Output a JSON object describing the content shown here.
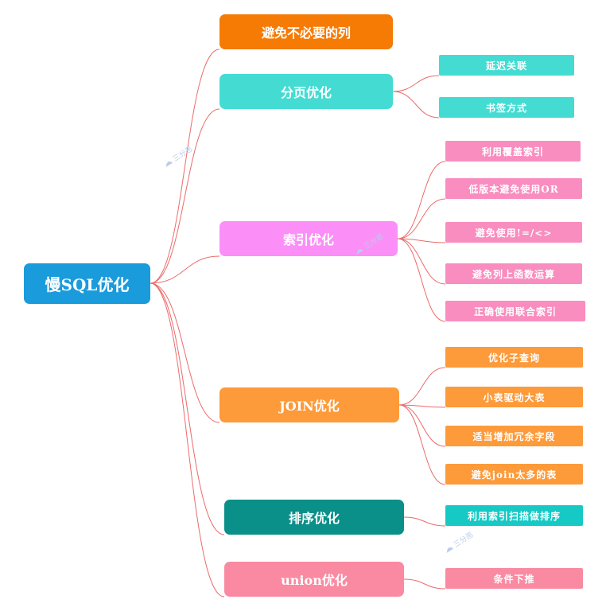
{
  "root": {
    "label": "慢SQL优化",
    "color": "#1a9bdc"
  },
  "branches": [
    {
      "label": "避免不必要的列",
      "color": "#f57b05",
      "children": []
    },
    {
      "label": "分页优化",
      "color": "#44dcd2",
      "children": [
        {
          "label": "延迟关联",
          "color": "#44dcd2"
        },
        {
          "label": "书签方式",
          "color": "#44dcd2"
        }
      ]
    },
    {
      "label": "索引优化",
      "color": "#fb8ff7",
      "children": [
        {
          "label": "利用覆盖索引",
          "color": "#f98dbf"
        },
        {
          "label": "低版本避免使用OR",
          "color": "#f98dbf"
        },
        {
          "label": "避免使用!=/<>",
          "color": "#f98dbf"
        },
        {
          "label": "避免列上函数运算",
          "color": "#f98dbf"
        },
        {
          "label": "正确使用联合索引",
          "color": "#f98dbf"
        }
      ]
    },
    {
      "label": "JOIN优化",
      "color": "#fd9a3a",
      "children": [
        {
          "label": "优化子查询",
          "color": "#fd9a3a"
        },
        {
          "label": "小表驱动大表",
          "color": "#fd9a3a"
        },
        {
          "label": "适当增加冗余字段",
          "color": "#fd9a3a"
        },
        {
          "label": "避免join太多的表",
          "color": "#fd9a3a"
        }
      ]
    },
    {
      "label": "排序优化",
      "color": "#0a8f89",
      "children": [
        {
          "label": "利用索引扫描做排序",
          "color": "#16c9c5"
        }
      ]
    },
    {
      "label": "union优化",
      "color": "#fa8aa2",
      "children": [
        {
          "label": "条件下推",
          "color": "#fa8aa2"
        }
      ]
    }
  ],
  "watermark": {
    "text": "三分恶",
    "icon": "cloud-icon"
  },
  "line_color": "#ec6b6b"
}
